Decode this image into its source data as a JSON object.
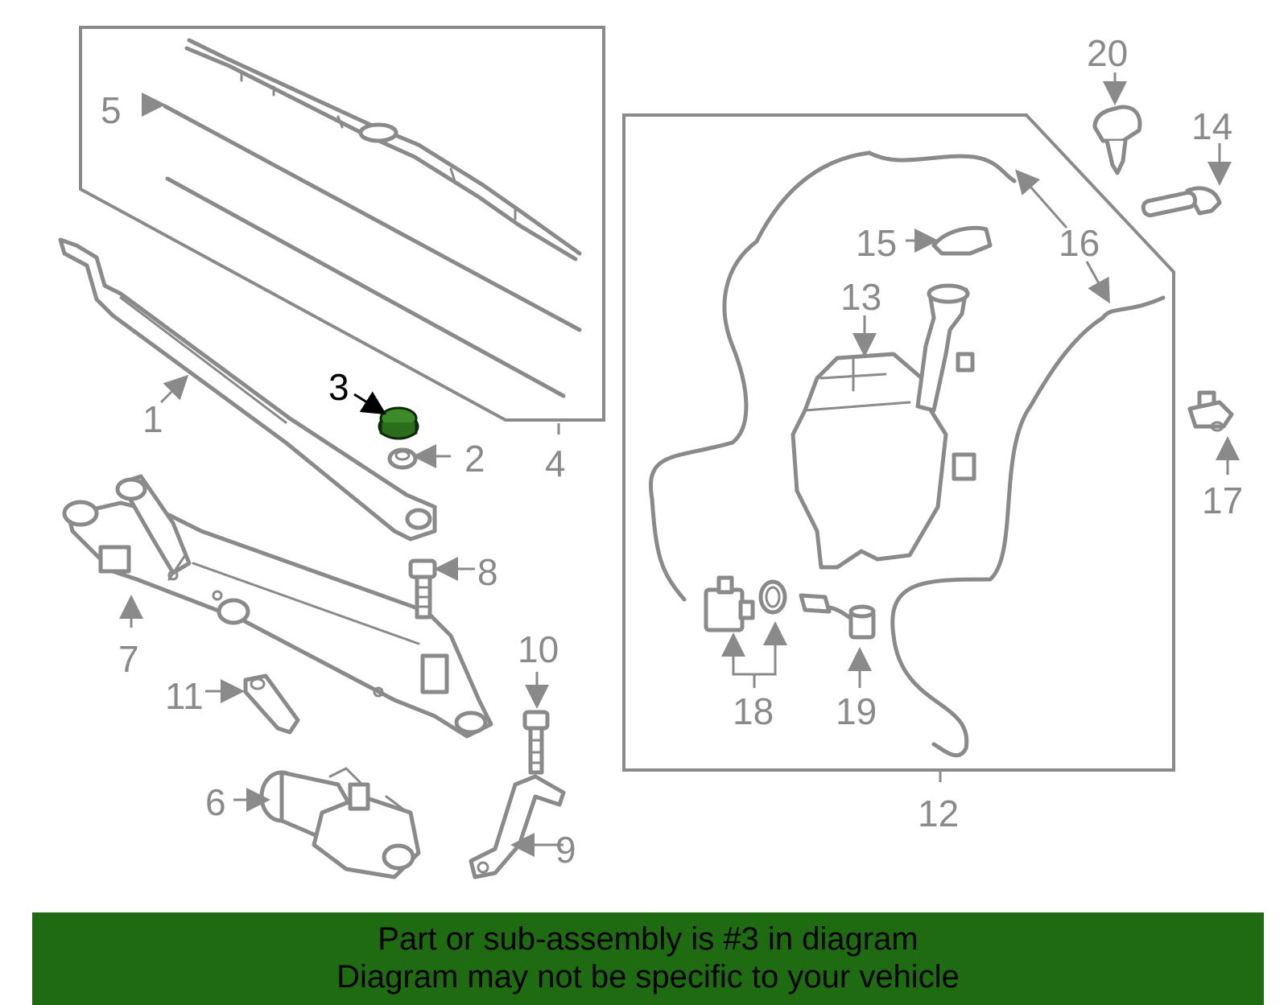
{
  "colors": {
    "highlight": "#1f6b12",
    "part_line": "#8a8a8a",
    "banner_bg": "#1f6b12"
  },
  "callouts": {
    "c1": "1",
    "c2": "2",
    "c3": "3",
    "c4": "4",
    "c5": "5",
    "c6": "6",
    "c7": "7",
    "c8": "8",
    "c9": "9",
    "c10": "10",
    "c11": "11",
    "c12": "12",
    "c13": "13",
    "c14": "14",
    "c15": "15",
    "c16": "16",
    "c17": "17",
    "c18": "18",
    "c19": "19",
    "c20": "20"
  },
  "highlighted_part": "3",
  "banner": {
    "line1": "Part or sub-assembly is #3 in diagram",
    "line2": "Diagram may not be specific to your vehicle"
  }
}
